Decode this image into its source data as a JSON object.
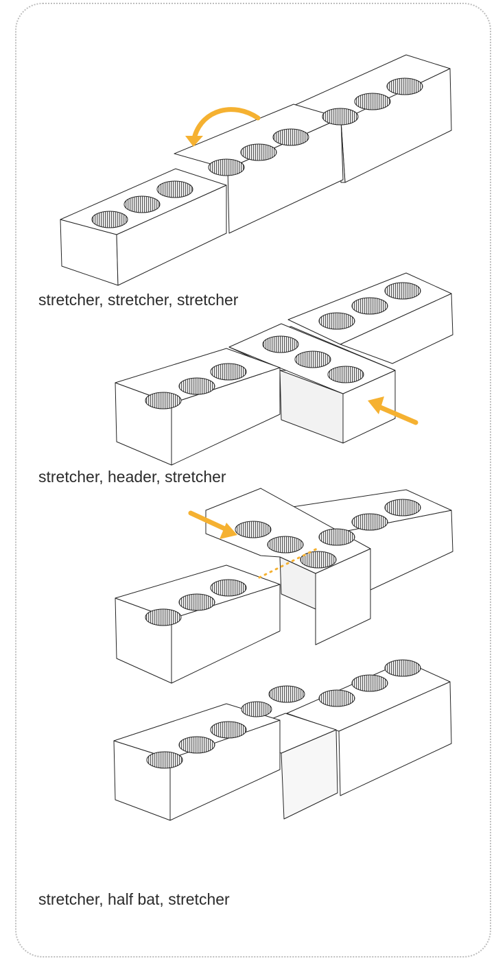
{
  "captions": {
    "stretcher_stretcher_stretcher": "stretcher, stretcher, stretcher",
    "stretcher_header_stretcher": "stretcher, header, stretcher",
    "stretcher_half_bat_stretcher": "stretcher, half bat, stretcher"
  },
  "colors": {
    "accent": "#f5b131",
    "line": "#222222",
    "face": "#ffffff",
    "hole": "#9a9a9a",
    "frame": "#bdbdbd"
  }
}
